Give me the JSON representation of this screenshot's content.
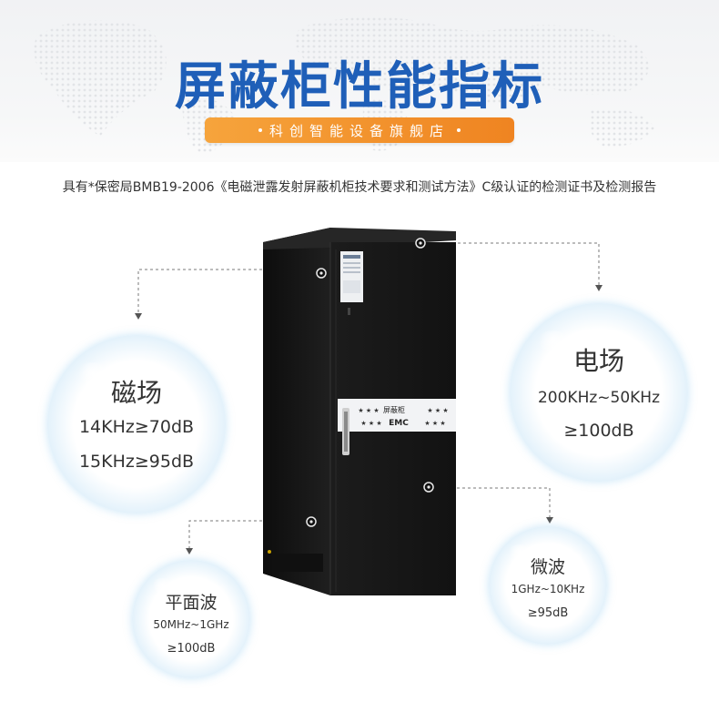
{
  "header": {
    "title": "屏蔽柜性能指标",
    "store_name": "科创智能设备旗舰店"
  },
  "subtitle": "具有*保密局BMB19-2006《电磁泄露发射屏蔽机柜技术要求和测试方法》C级认证的检测证书及检测报告",
  "cabinet": {
    "nameplate_label": "屏蔽柜",
    "nameplate_code": "EMC",
    "stars": "★ ★ ★"
  },
  "specs": {
    "magnetic": {
      "title": "磁场",
      "line1": "14KHz≥70dB",
      "line2": "15KHz≥95dB"
    },
    "electric": {
      "title": "电场",
      "line1": "200KHz~50KHz",
      "line2": "≥100dB"
    },
    "plane_wave": {
      "title": "平面波",
      "line1": "50MHz~1GHz",
      "line2": "≥100dB"
    },
    "microwave": {
      "title": "微波",
      "line1": "1GHz~10KHz",
      "line2": "≥95dB"
    }
  },
  "colors": {
    "title_blue": "#1f5fb8",
    "pill_orange": "#f39a30",
    "bubble_blue": "#7cc2ec",
    "cabinet_black": "#151515"
  }
}
